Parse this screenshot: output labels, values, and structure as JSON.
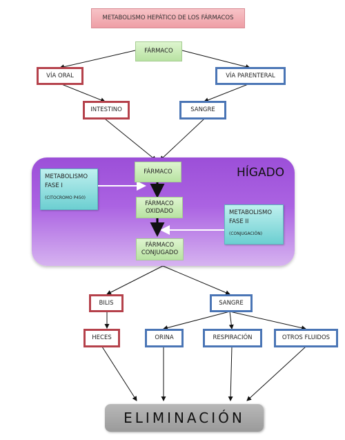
{
  "title": "METABOLISMO HEPÁTICO DE LOS FÁRMACOS",
  "nodes": {
    "farmaco_top": "FÁRMACO",
    "via_oral": "VÍA ORAL",
    "via_parenteral": "VÍA PARENTERAL",
    "intestino": "INTESTINO",
    "sangre_top": "SANGRE",
    "liver_label": "HÍGADO",
    "farmaco_liver": "FÁRMACO",
    "farmaco_oxidado": [
      "FÁRMACO",
      "OXIDADO"
    ],
    "farmaco_conjugado": [
      "FÁRMACO",
      "CONJUGADO"
    ],
    "fase1": {
      "line1": "METABOLISMO",
      "line2": "FASE I",
      "note": "(CITOCROMO P450)"
    },
    "fase2": {
      "line1": "METABOLISMO",
      "line2": "FASE II",
      "note": "(CONJUGACIÓN)"
    },
    "bilis": "BILIS",
    "sangre_bottom": "SANGRE",
    "heces": "HECES",
    "orina": "ORINA",
    "respiracion": "RESPIRACIÓN",
    "otros_fluidos": "OTROS FLUIDOS",
    "eliminacion": "ELIMINACIÓN"
  },
  "colors": {
    "route_red": "#b5414b",
    "route_blue": "#4a75b5",
    "liver_purple": "#ab63e2",
    "node_green": "#c6e8b2",
    "phase_teal": "#8fdcdc"
  }
}
